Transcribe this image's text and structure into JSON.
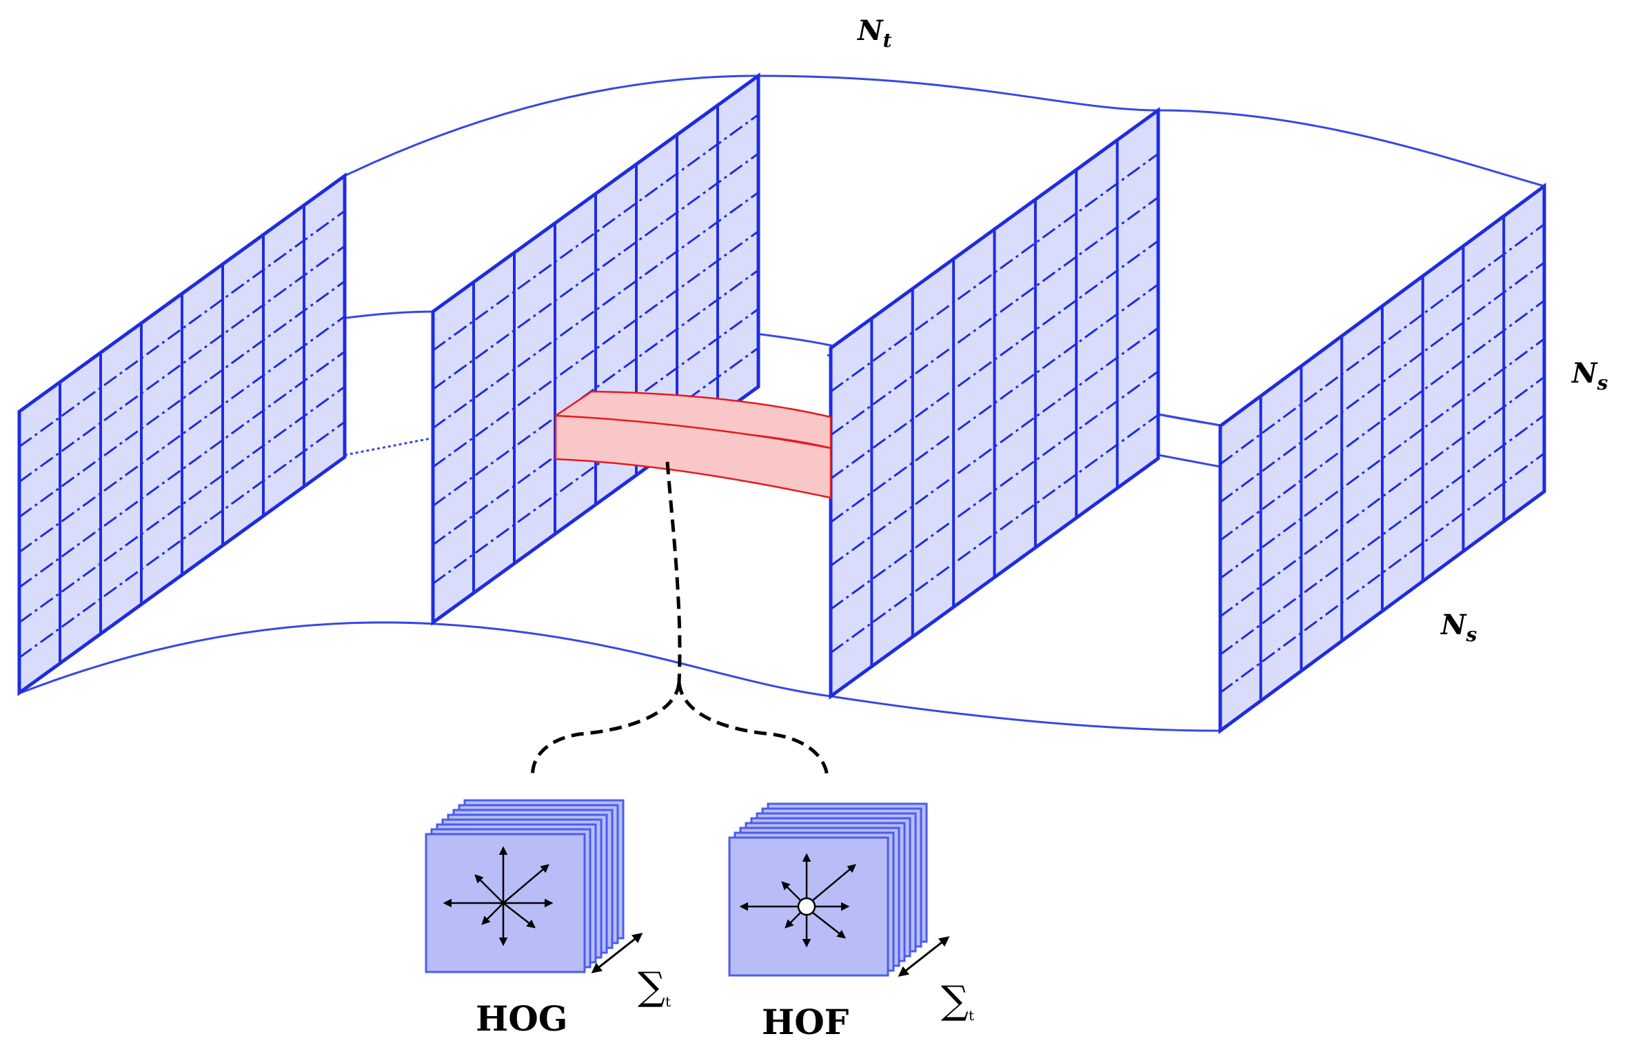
{
  "labels": {
    "nt": "N",
    "nt_sub": "t",
    "ns_right": "N",
    "ns_right_sub": "s",
    "ns_bottom": "N",
    "ns_bottom_sub": "s",
    "hog": "HOG",
    "hof": "HOF",
    "sum_symbol": "∑",
    "sum_sub": "t"
  },
  "colors": {
    "grid_line": "#1f2ce0",
    "grid_fill": "#d9dcfb",
    "curve": "#3548e6",
    "tube_stroke": "#e8191c",
    "tube_fill": "#f9c7c8",
    "histogram_fill": "#b8bdf7",
    "histogram_stroke": "#4a5cf0",
    "connector": "#000000"
  }
}
